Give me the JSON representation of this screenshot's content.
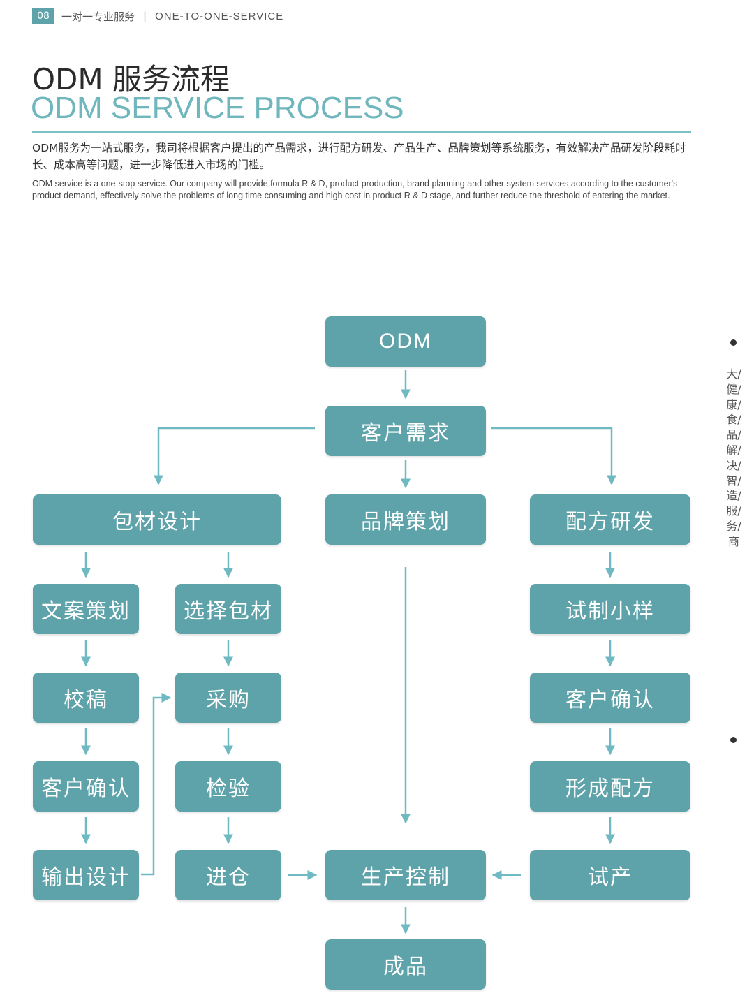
{
  "header": {
    "page_number": "08",
    "section_cn": "一对一专业服务",
    "separator": "|",
    "section_en": "ONE-TO-ONE-SERVICE"
  },
  "title": {
    "cn": "ODM 服务流程",
    "en": "ODM SERVICE PROCESS"
  },
  "description": {
    "cn": "ODM服务为一站式服务，我司将根据客户提出的产品需求，进行配方研发、产品生产、品牌策划等系统服务，有效解决产品研发阶段耗时长、成本高等问题，进一步降低进入市场的门槛。",
    "en": "ODM service is a one-stop service. Our company will provide formula R & D, product production, brand planning and other system services according to the customer's product demand, effectively solve the problems of long time consuming and high cost in product R & D stage, and further reduce the threshold of entering the market."
  },
  "flow": {
    "odm": "ODM",
    "customer_demand": "客户需求",
    "packaging_design": "包材设计",
    "brand_planning": "品牌策划",
    "formula_rd": "配方研发",
    "copywriting": "文案策划",
    "select_packaging": "选择包材",
    "proofreading": "校稿",
    "purchasing": "采购",
    "customer_confirm_left": "客户确认",
    "inspection": "检验",
    "output_design": "输出设计",
    "warehousing": "进仓",
    "production_control": "生产控制",
    "trial_production": "试产",
    "trial_sample": "试制小样",
    "customer_confirm_right": "客户确认",
    "form_formula": "形成配方",
    "finished_product": "成品"
  },
  "sidebar": {
    "vertical_text": "大/健/康/食/品/解/决/智/造/服/务/商"
  },
  "colors": {
    "node_fill": "#5fa3aa",
    "arrow": "#6fbac2",
    "title_accent": "#6fb7bd"
  }
}
